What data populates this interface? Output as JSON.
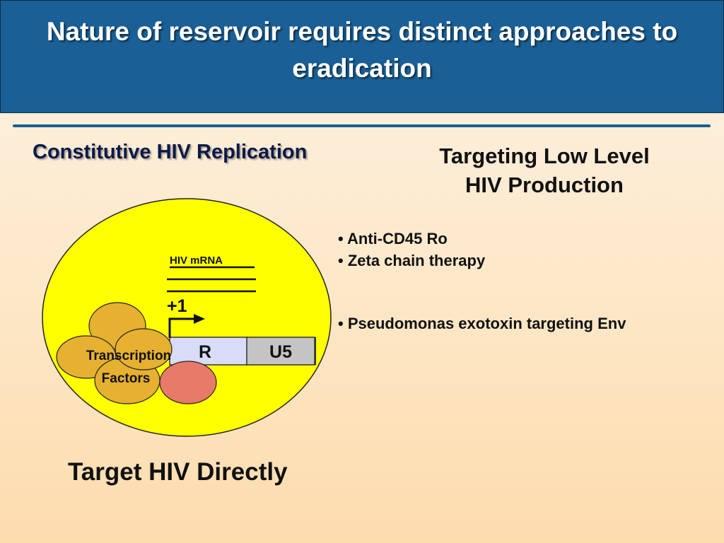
{
  "slide": {
    "title": "Nature of reservoir requires distinct approaches to eradication",
    "left_heading": "Constitutive HIV Replication",
    "right_heading_line1": "Targeting Low Level",
    "right_heading_line2": "HIV Production",
    "bottom_heading": "Target HIV Directly",
    "bullets": [
      "• Anti-CD45 Ro",
      "• Zeta chain therapy",
      "• Pseudomonas exotoxin targeting Env"
    ]
  },
  "diagram": {
    "mrna_label": "HIV mRNA",
    "start_label": "+1",
    "segment_r": "R",
    "segment_u5": "U5",
    "tf_label_line1": "Transcription",
    "tf_label_line2": "Factors",
    "colors": {
      "cell": "#ffff00",
      "factor": "#e6b030",
      "red_factor": "#e87a6a",
      "r_box": "#d8dcf8",
      "u5_box": "#c4c4c4",
      "title_bar": "#1a5f95"
    }
  }
}
